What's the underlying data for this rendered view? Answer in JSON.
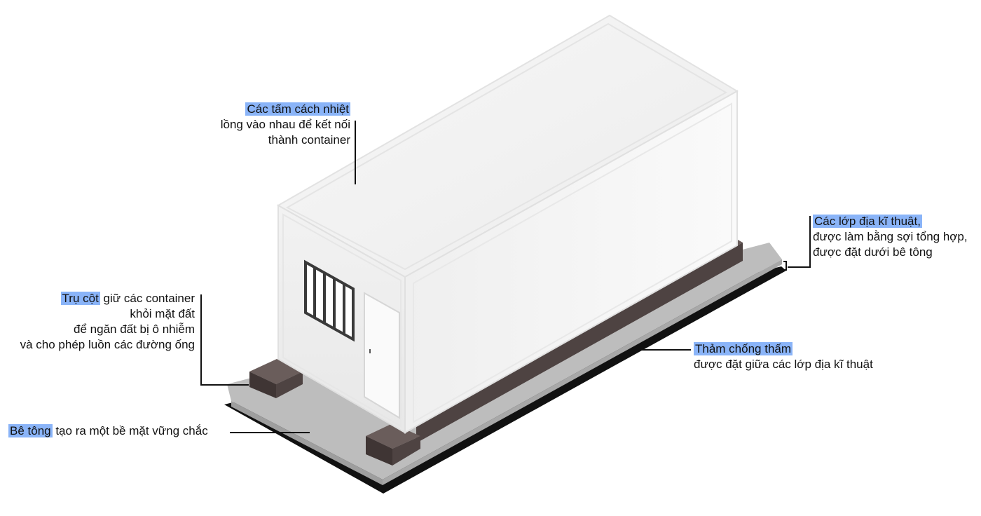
{
  "annotations": {
    "panels": {
      "highlight": "Các tấm cách nhiệt",
      "lines": [
        "lồng vào nhau để kết nối",
        "thành container"
      ]
    },
    "geotextile": {
      "highlight": "Các lớp địa kĩ thuật,",
      "lines": [
        "được làm bằng sợi tổng hợp,",
        "được đặt dưới bê tông"
      ]
    },
    "pillars": {
      "highlight": "Trụ cột",
      "rest": " giữ các container",
      "lines": [
        "khỏi mặt đất",
        "để ngăn đất bị ô nhiễm",
        "và cho phép luồn các đường ống"
      ]
    },
    "membrane": {
      "highlight": "Thảm chống thấm",
      "lines": [
        "được đặt giữa các lớp địa kĩ thuật"
      ]
    },
    "concrete": {
      "highlight": "Bê tông",
      "rest": " tạo ra một bề mặt vững chắc"
    }
  },
  "colors": {
    "highlight": "#8ab4f8",
    "slab": "#bdbdbd",
    "slab_edge": "#9e9e9e",
    "membrane": "#111111",
    "pillar": "#4e4342",
    "pillar_top": "#6a5d5b",
    "container": "#f4f4f4"
  },
  "icons": {
    "door": "door-icon",
    "window": "vent-window-icon"
  }
}
